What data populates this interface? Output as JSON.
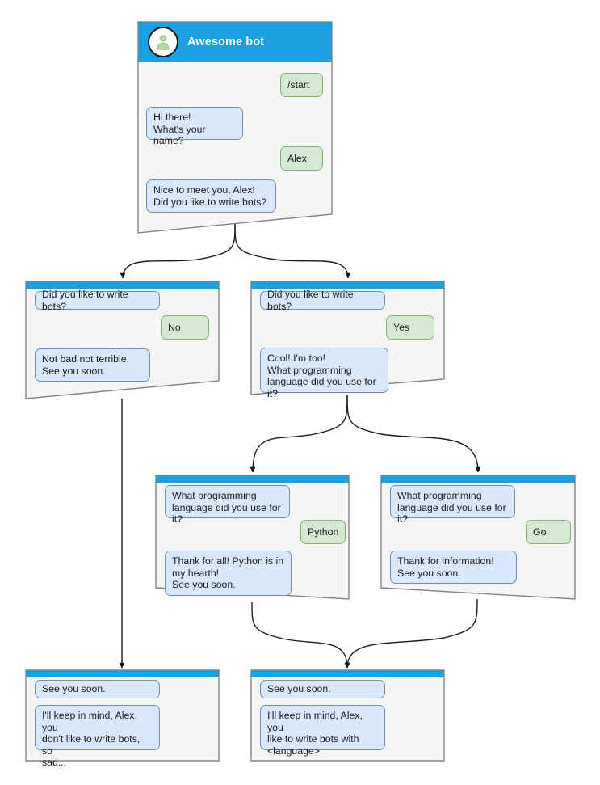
{
  "diagram": {
    "title": "Awesome bot conversation flow",
    "colors": {
      "header_blue": "#1ba1e2",
      "node_fill": "#f5f5f5",
      "node_stroke": "#808080",
      "bot_bubble_fill": "#dae8fc",
      "bot_bubble_stroke": "#6c8ebf",
      "user_bubble_fill": "#d5e8d4",
      "user_bubble_stroke": "#82b366",
      "edge_stroke": "#1a1a1a",
      "avatar_person": "#b5d6a7"
    }
  },
  "nodes": {
    "start": {
      "id": "start",
      "header": {
        "title": "Awesome bot",
        "avatar_icon": "person-avatar-icon"
      },
      "messages": [
        {
          "role": "user",
          "text": "/start"
        },
        {
          "role": "bot",
          "text": "Hi there!\nWhat's your name?"
        },
        {
          "role": "user",
          "text": "Alex"
        },
        {
          "role": "bot",
          "text": "Nice to meet you, Alex!\nDid you like to write bots?"
        }
      ]
    },
    "no_branch": {
      "id": "no_branch",
      "messages": [
        {
          "role": "bot",
          "text": "Did you like to write bots?"
        },
        {
          "role": "user",
          "text": "No"
        },
        {
          "role": "bot",
          "text": "Not bad not terrible.\nSee you soon."
        }
      ]
    },
    "yes_branch": {
      "id": "yes_branch",
      "messages": [
        {
          "role": "bot",
          "text": "Did you like to write bots?"
        },
        {
          "role": "user",
          "text": "Yes"
        },
        {
          "role": "bot",
          "text": "Cool! I'm too!\nWhat programming\nlanguage did you use for it?"
        }
      ]
    },
    "python_branch": {
      "id": "python_branch",
      "messages": [
        {
          "role": "bot",
          "text": "What programming\nlanguage did you use for it?"
        },
        {
          "role": "user",
          "text": "Python"
        },
        {
          "role": "bot",
          "text": "Thank for all! Python is in\nmy hearth!\nSee you soon."
        }
      ]
    },
    "go_branch": {
      "id": "go_branch",
      "messages": [
        {
          "role": "bot",
          "text": "What programming\nlanguage did you use for it?"
        },
        {
          "role": "user",
          "text": "Go"
        },
        {
          "role": "bot",
          "text": "Thank for information!\nSee you soon."
        }
      ]
    },
    "end_sad": {
      "id": "end_sad",
      "messages": [
        {
          "role": "bot",
          "text": "See you soon."
        },
        {
          "role": "bot",
          "text": "I'll keep in mind, Alex, you\ndon't like to write bots, so\nsad..."
        }
      ]
    },
    "end_happy": {
      "id": "end_happy",
      "messages": [
        {
          "role": "bot",
          "text": "See you soon."
        },
        {
          "role": "bot",
          "text": "I'll keep in mind, Alex, you\nlike to write bots with\n<language>"
        }
      ]
    }
  },
  "edges": [
    {
      "from": "start",
      "to": "no_branch"
    },
    {
      "from": "start",
      "to": "yes_branch"
    },
    {
      "from": "no_branch",
      "to": "end_sad"
    },
    {
      "from": "yes_branch",
      "to": "python_branch"
    },
    {
      "from": "yes_branch",
      "to": "go_branch"
    },
    {
      "from": "python_branch",
      "to": "end_happy"
    },
    {
      "from": "go_branch",
      "to": "end_happy"
    }
  ]
}
